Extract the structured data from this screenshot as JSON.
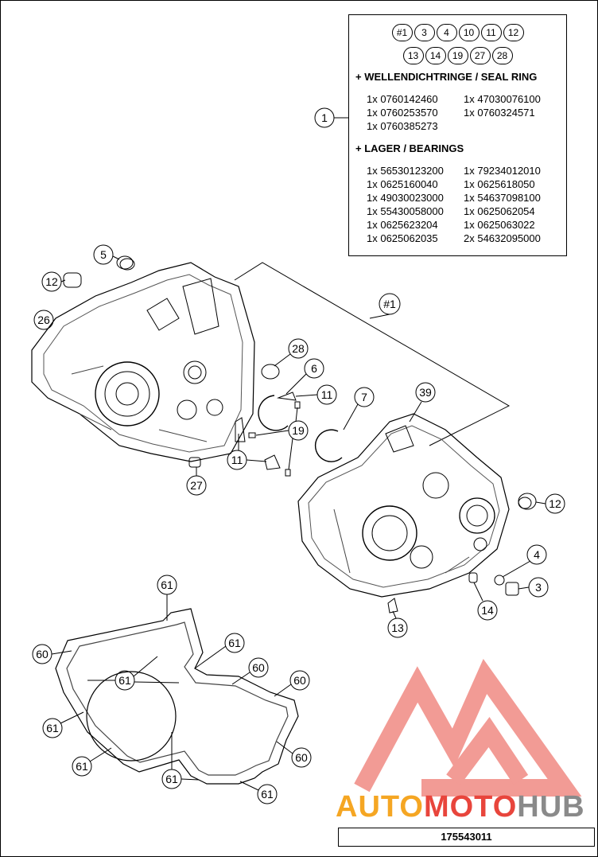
{
  "header_badges_row1": [
    "#1",
    "3",
    "4",
    "10",
    "11",
    "12"
  ],
  "header_badges_row2": [
    "13",
    "14",
    "19",
    "27",
    "28"
  ],
  "seal_section": {
    "title": "+ WELLENDICHTRINGE / SEAL RING",
    "items": [
      "1x 0760142460",
      "1x 47030076100",
      "1x 0760253570",
      "1x 0760324571",
      "1x 0760385273",
      ""
    ]
  },
  "bearing_section": {
    "title": "+ LAGER / BEARINGS",
    "items": [
      "1x 56530123200",
      "1x 79234012010",
      "1x 0625160040",
      "1x 0625618050",
      "1x 49030023000",
      "1x 54637098100",
      "1x 55430058000",
      "1x 0625062054",
      "1x 0625623204",
      "1x 0625063022",
      "1x 0625062035",
      "2x 54632095000"
    ]
  },
  "callouts": {
    "c1": "1",
    "c5": "5",
    "c12a": "12",
    "c26": "26",
    "c28": "28",
    "c6": "6",
    "c11a": "11",
    "c7": "7",
    "c39": "39",
    "c19": "19",
    "c11b": "11",
    "c27": "27",
    "c1b": "#1",
    "c12b": "12",
    "c4": "4",
    "c3": "3",
    "c14": "14",
    "c13": "13",
    "c61a": "61",
    "c60a": "60",
    "c61b": "61",
    "c61c": "61",
    "c60b": "60",
    "c60c": "60",
    "c61d": "61",
    "c61e": "61",
    "c60d": "60",
    "c61f": "61",
    "c61g": "61"
  },
  "watermark": {
    "left": "AUTO",
    "mid": "MOTO",
    "right": "HUB"
  },
  "colors": {
    "watermark_red": "#e8453c",
    "watermark_orange": "#f5a623",
    "watermark_grey": "#8a8a8a"
  },
  "document_number": "175543011"
}
